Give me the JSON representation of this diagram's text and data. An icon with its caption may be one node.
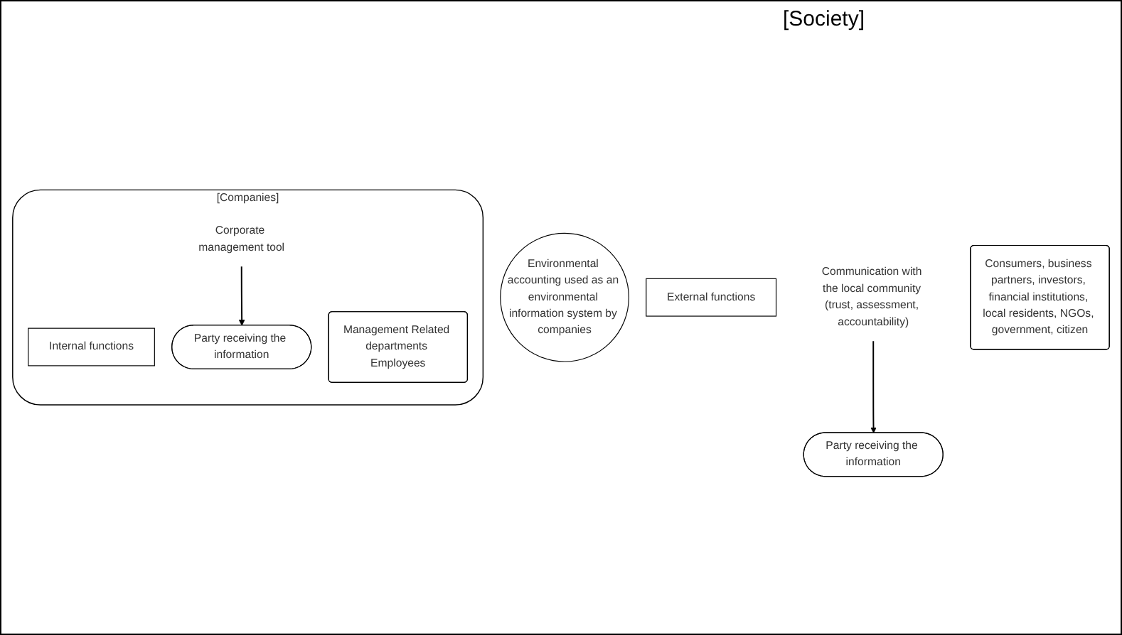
{
  "diagram": {
    "nodes": [
      {
        "text": [
          "[Companies]"
        ]
      },
      {
        "text": [
          "Internal functions"
        ],
        "in": 0
      },
      {
        "text": [
          "Corporate management tool"
        ],
        "in": 0
      },
      {
        "text": [
          "Party receiving the information"
        ],
        "in": 0
      },
      {
        "text": [
          "Management Related departments Employees"
        ],
        "in": 0
      },
      {
        "text": [
          "Environmental accounting used as an environmental information system by companies"
        ]
      },
      {
        "text": [
          "External functions"
        ]
      },
      {
        "text": [
          "Communication with the local community (trust, assessment, accountability)"
        ]
      },
      {
        "text": [
          "Party receiving the information"
        ]
      },
      {
        "text": [
          "Consumers, business partners, investors, financial institutions, local residents, NGOs, government, citizen"
        ]
      }
    ],
    "edges": [
      {
        "from": 2,
        "to": 3,
        "arrow": "to"
      },
      {
        "from": 7,
        "to": 8,
        "arrow": "to"
      }
    ],
    "labels": [
      "[Society]"
    ]
  }
}
